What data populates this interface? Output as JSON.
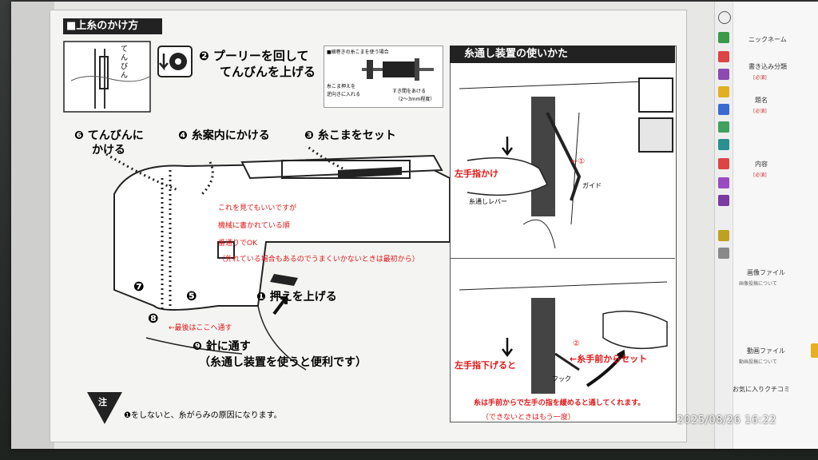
{
  "manual": {
    "title": "■上糸のかけ方",
    "small_label": "てんびん",
    "step2": "❷ プーリーを回して",
    "step2b": "てんびんを上げる",
    "spool_box_title": "■細巻きの糸こまを使う場合",
    "spool_note1": "糸こま押えを",
    "spool_note2": "逆向きに入れる",
    "spool_note3": "すき間をあける",
    "spool_note4": "（2〜3mm程度）",
    "step6a": "❻ てんびんに",
    "step6b": "かける",
    "step4": "❹ 糸案内にかける",
    "step3": "❸ 糸こまをセット",
    "step1": "❶ 押えを上げる",
    "step7": "❼",
    "step5": "❺",
    "step8": "❽",
    "step9a": "❾ 針に通す",
    "step9b": "（糸通し装置を使うと便利です）",
    "note_mark": "注",
    "note_text": "❶をしないと、糸がらみの原因になります。",
    "right_title": "糸通し装置の使いかた",
    "guide_label": "ガイド",
    "lever_label": "糸通しレバー",
    "hook_label": "フック",
    "circle1": "①",
    "circle2": "②"
  },
  "annotations": {
    "line1": "これを見てもいいですが",
    "line2": "機械に書かれている順",
    "line3": "番通りでOK",
    "line4": "（外れている場合もあるのでうまくいかないときは最初から）",
    "last_here": "←最後はここへ通す",
    "left_finger": "左手指かけ",
    "arrow1": "←①",
    "left_finger_down": "左手指下げると",
    "thread_front": "←糸手前からセット",
    "bottom1": "糸は手前からで左手の指を緩めると通してくれます。",
    "bottom2": "（できないときはもう一度）"
  },
  "form": {
    "nickname": "ニックネーム",
    "title_label": "書き込み分類",
    "required": "[必須]",
    "subject": "題名",
    "content": "内容",
    "image_file": "画像ファイル",
    "image_note": "画像投稿について",
    "video_file": "動画ファイル",
    "video_note": "動画投稿について",
    "favorite": "お気に入りクチコミ"
  },
  "timestamp": "2025/08/26  16:22",
  "colors": {
    "red": "#e01616",
    "ink": "#111111",
    "paper": "#f4f4f2"
  }
}
